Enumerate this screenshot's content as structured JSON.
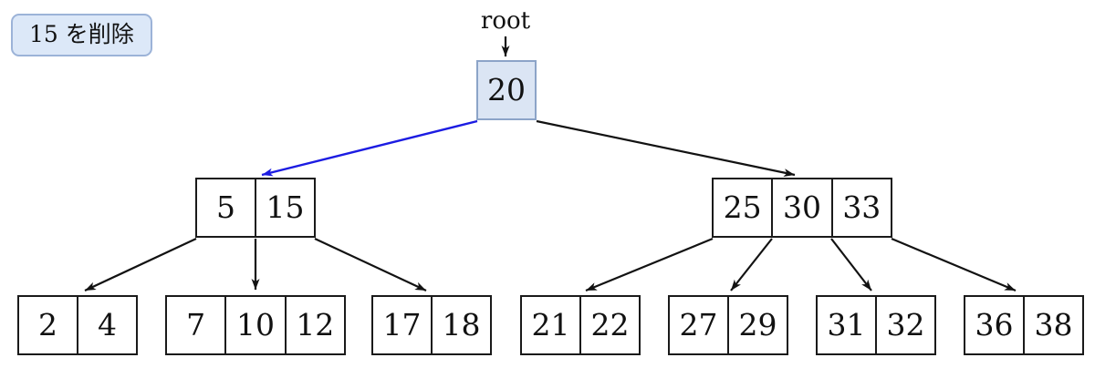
{
  "badge": {
    "label": "15 を削除"
  },
  "root_pointer": {
    "label": "root"
  },
  "colors": {
    "edge": "#121212",
    "highlight": "#1c1ce2",
    "node_border": "#1a1a1a",
    "node_fill": "#ffffff",
    "root_fill": "#dbe5f4",
    "root_border": "#8ca4c8",
    "badge_fill": "#dce8f8",
    "badge_border": "#9cb3d8",
    "text": "#111111"
  },
  "tree": {
    "type": "B-tree",
    "root": {
      "keys": [
        "20"
      ]
    },
    "internal": [
      {
        "keys": [
          "5",
          "15"
        ]
      },
      {
        "keys": [
          "25",
          "30",
          "33"
        ]
      }
    ],
    "leaves": [
      {
        "keys": [
          "2",
          "4"
        ]
      },
      {
        "keys": [
          "7",
          "10",
          "12"
        ]
      },
      {
        "keys": [
          "17",
          "18"
        ]
      },
      {
        "keys": [
          "21",
          "22"
        ]
      },
      {
        "keys": [
          "27",
          "29"
        ]
      },
      {
        "keys": [
          "31",
          "32"
        ]
      },
      {
        "keys": [
          "36",
          "38"
        ]
      }
    ]
  }
}
